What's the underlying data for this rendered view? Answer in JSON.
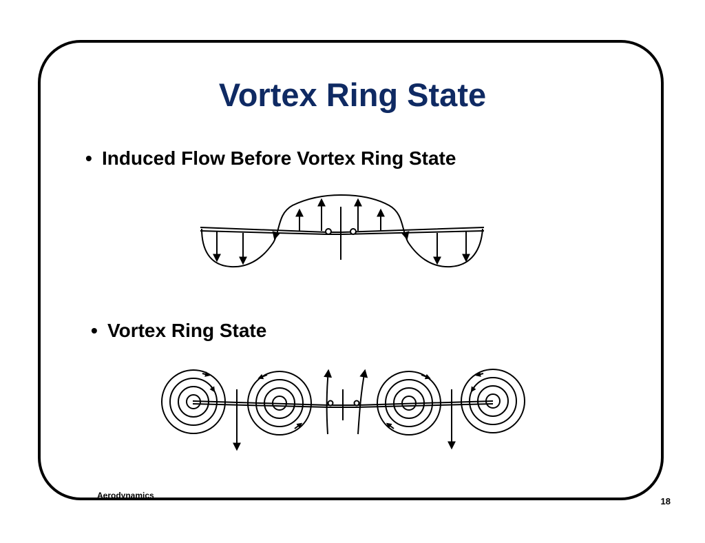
{
  "slide": {
    "title": "Vortex Ring State",
    "title_color": "#0f2a63",
    "bullets": [
      {
        "marker": "•",
        "text": "Induced Flow Before Vortex Ring State"
      },
      {
        "marker": "•",
        "text": "Vortex Ring State"
      }
    ],
    "footer": {
      "left": "Aerodynamics",
      "page_number": "18"
    }
  }
}
